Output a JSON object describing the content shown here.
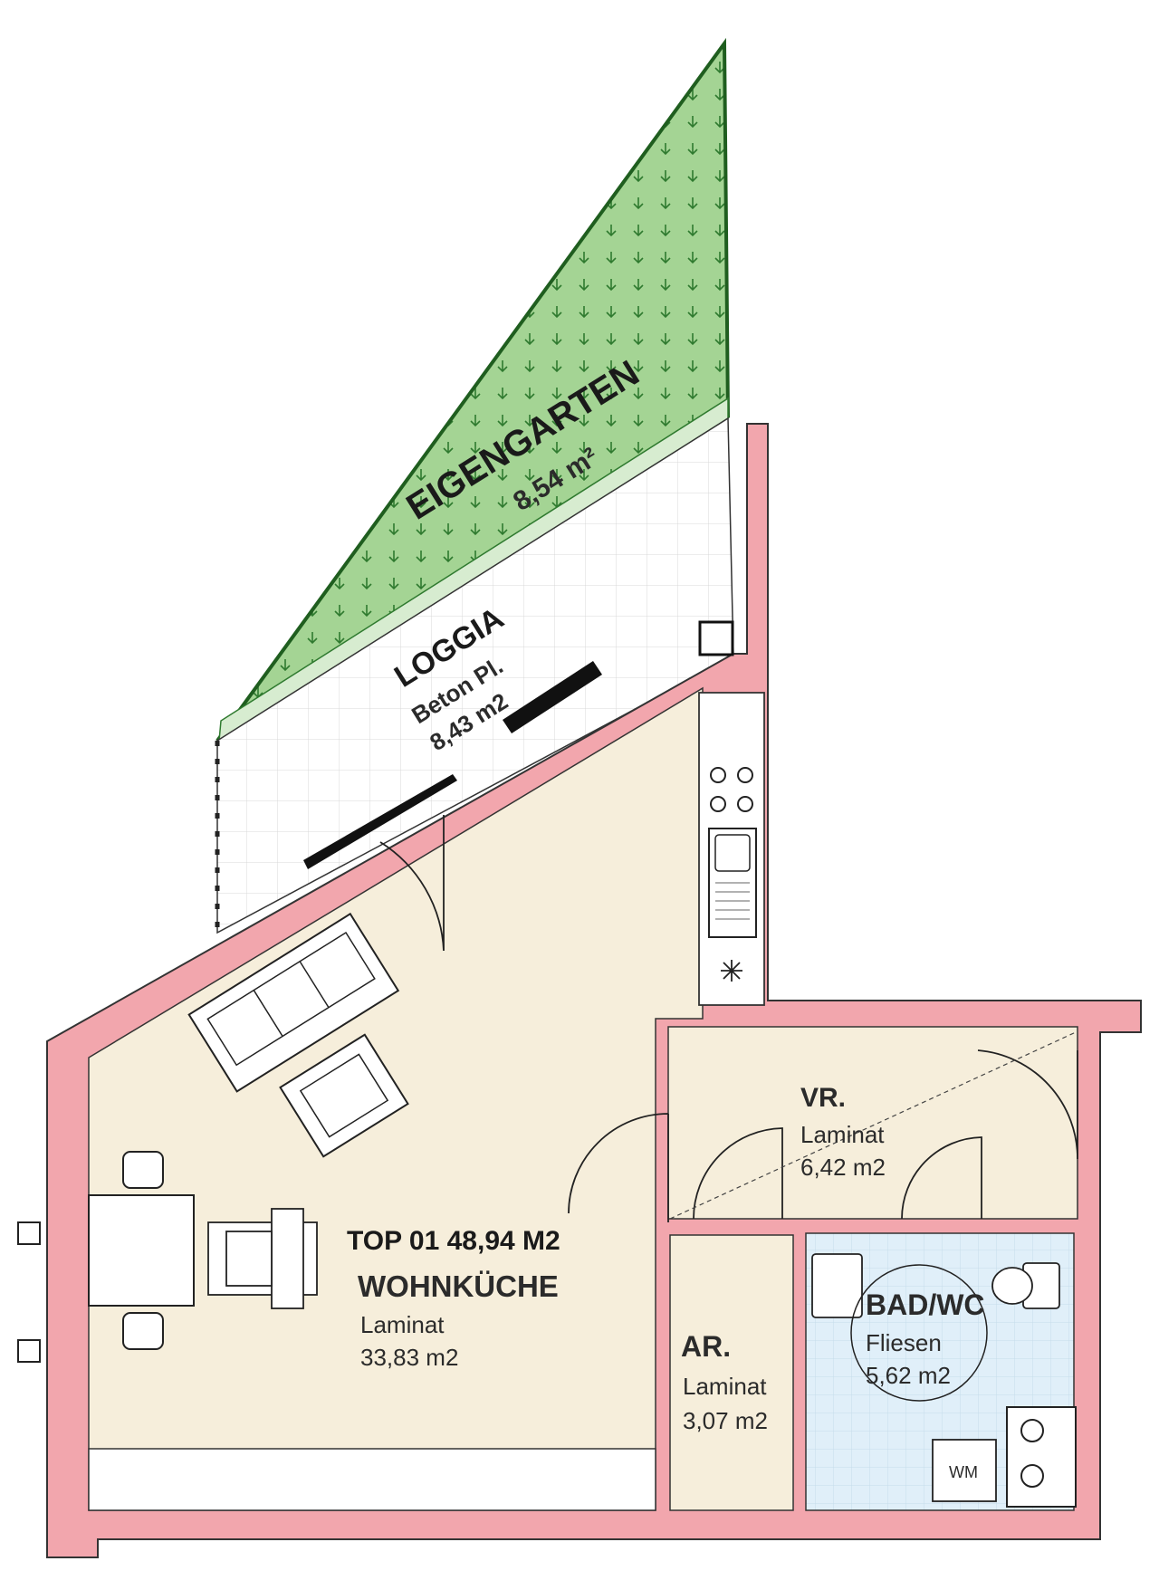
{
  "garden": {
    "name": "EIGENGARTEN",
    "area": "8,54 m²"
  },
  "loggia": {
    "name": "LOGGIA",
    "floor": "Beton Pl.",
    "area": "8,43 m2"
  },
  "unit": {
    "title": "TOP 01 48,94 M2"
  },
  "living": {
    "name": "WOHNKÜCHE",
    "floor": "Laminat",
    "area": "33,83 m2"
  },
  "hall": {
    "name": "VR.",
    "floor": "Laminat",
    "area": "6,42 m2"
  },
  "storage": {
    "name": "AR.",
    "floor": "Laminat",
    "area": "3,07 m2"
  },
  "bath": {
    "name": "BAD/WC",
    "floor": "Fliesen",
    "area": "5,62 m2"
  },
  "appliances": {
    "washer": "WM"
  },
  "colors": {
    "wall": "#f2a6ad",
    "floor": "#f6eedb",
    "bath": "#e0eff9",
    "garden": "#a4d494",
    "garden_dark": "#2f7a2f",
    "loggia_grid": "#d8d8d8"
  }
}
